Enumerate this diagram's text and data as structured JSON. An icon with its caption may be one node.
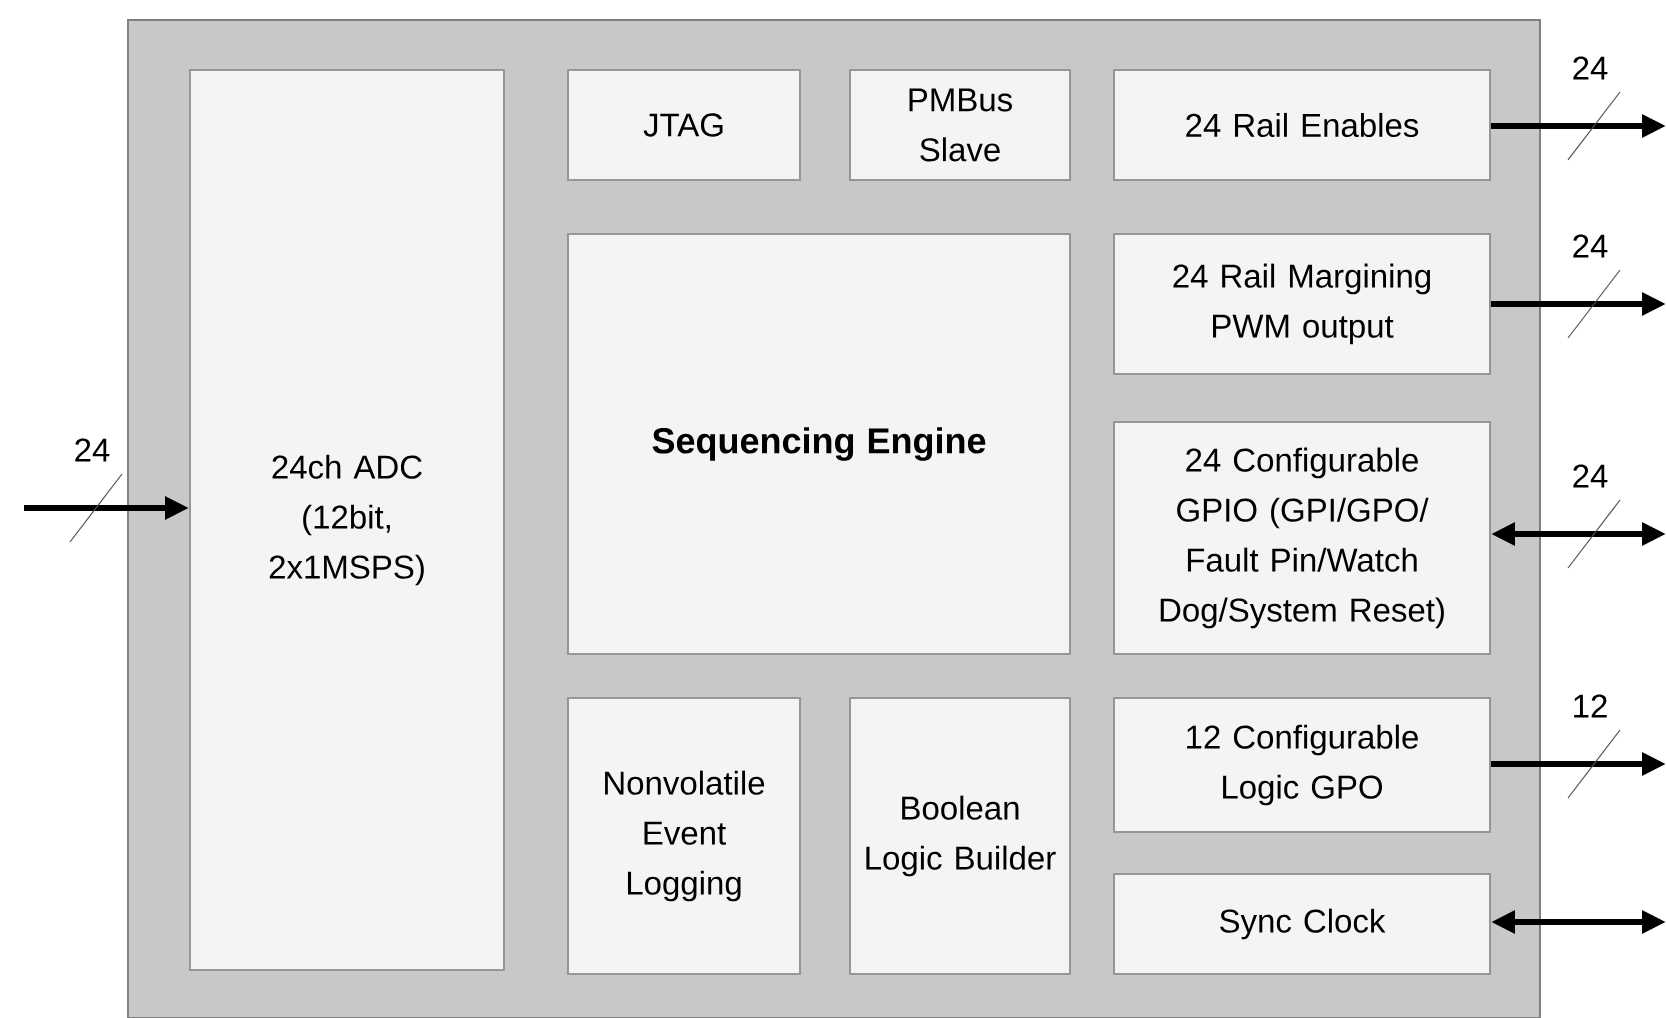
{
  "diagram": {
    "nodes": [
      {
        "text": [],
        "shape": "box"
      },
      {
        "text": [
          "24ch ADC (12bit, 2x1MSPS)"
        ],
        "in": 0
      },
      {
        "text": [
          "JTAG"
        ],
        "in": 0
      },
      {
        "text": [
          "PMBus Slave"
        ],
        "in": 0
      },
      {
        "text": [
          "24 Rail Enables"
        ],
        "in": 0
      },
      {
        "text": [
          "Sequencing Engine"
        ],
        "in": 0
      },
      {
        "text": [
          "24 Rail Margining PWM output"
        ],
        "in": 0
      },
      {
        "text": [
          "24 Configurable GPIO (GPI/GPO/ Fault Pin/Watch Dog/System Reset)"
        ],
        "in": 0
      },
      {
        "text": [
          "Nonvolatile Event Logging"
        ],
        "in": 0
      },
      {
        "text": [
          "Boolean Logic Builder"
        ],
        "in": 0
      },
      {
        "text": [
          "12 Configurable Logic GPO"
        ],
        "in": 0
      },
      {
        "text": [
          "Sync Clock"
        ],
        "in": 0
      }
    ],
    "edges": [
      {
        "from": null,
        "to": 1,
        "arrow": "to",
        "label": "24"
      },
      {
        "from": 4,
        "to": null,
        "arrow": "to",
        "label": "24"
      },
      {
        "from": 6,
        "to": null,
        "arrow": "to",
        "label": "24"
      },
      {
        "from": 7,
        "to": null,
        "arrow": "both",
        "label": "24"
      },
      {
        "from": 10,
        "to": null,
        "arrow": "to",
        "label": "12"
      },
      {
        "from": 11,
        "to": null,
        "arrow": "both"
      }
    ]
  }
}
